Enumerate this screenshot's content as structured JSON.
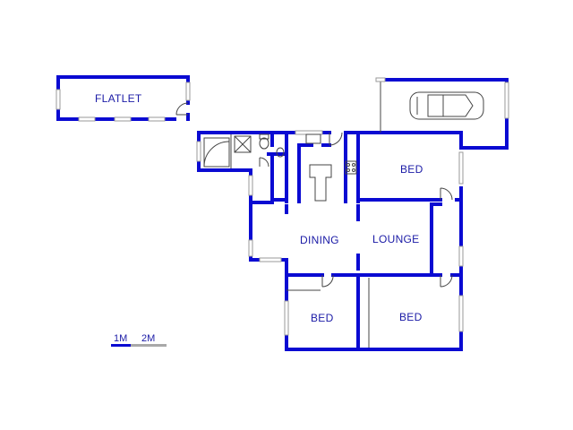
{
  "rooms": {
    "flatlet": "FLATLET",
    "bed_top": "BED",
    "dining": "DINING",
    "lounge": "LOUNGE",
    "bed_bottom_left": "BED",
    "bed_bottom_right": "BED"
  },
  "scale": {
    "label_1": "1M",
    "label_2": "2M"
  },
  "colors": {
    "wall": "#0a0ad2",
    "text": "#1a1aa6",
    "thin_line": "#444444",
    "window": "#9a9a9a"
  }
}
